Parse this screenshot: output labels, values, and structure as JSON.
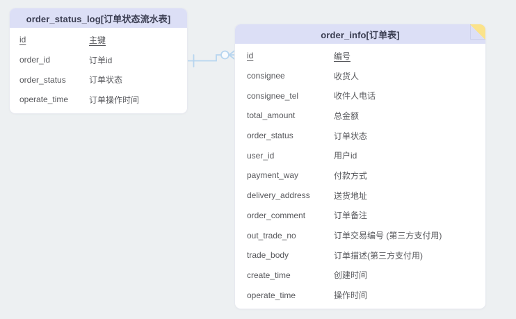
{
  "diagram": {
    "tables": [
      {
        "title": "order_status_log[订单状态流水表]",
        "note_fold": false,
        "fields": [
          {
            "name": "id",
            "desc": "主键",
            "pk": true
          },
          {
            "name": "order_id",
            "desc": "订单id",
            "pk": false
          },
          {
            "name": "order_status",
            "desc": "订单状态",
            "pk": false
          },
          {
            "name": "operate_time",
            "desc": "订单操作时间",
            "pk": false
          }
        ]
      },
      {
        "title": "order_info[订单表]",
        "note_fold": true,
        "fields": [
          {
            "name": "id",
            "desc": "编号",
            "pk": true
          },
          {
            "name": "consignee",
            "desc": "收货人",
            "pk": false
          },
          {
            "name": "consignee_tel",
            "desc": "收件人电话",
            "pk": false
          },
          {
            "name": "total_amount",
            "desc": "总金额",
            "pk": false
          },
          {
            "name": "order_status",
            "desc": "订单状态",
            "pk": false
          },
          {
            "name": "user_id",
            "desc": "用户id",
            "pk": false
          },
          {
            "name": "payment_way",
            "desc": "付款方式",
            "pk": false
          },
          {
            "name": "delivery_address",
            "desc": "送货地址",
            "pk": false
          },
          {
            "name": "order_comment",
            "desc": "订单备注",
            "pk": false
          },
          {
            "name": "out_trade_no",
            "desc": "订单交易编号 (第三方支付用)",
            "pk": false
          },
          {
            "name": "trade_body",
            "desc": "订单描述(第三方支付用)",
            "pk": false
          },
          {
            "name": "create_time",
            "desc": "创建时间",
            "pk": false
          },
          {
            "name": "operate_time",
            "desc": "操作时间",
            "pk": false
          }
        ]
      }
    ],
    "relationship": {
      "from_table": "order_status_log",
      "from_field": "order_id",
      "to_table": "order_info",
      "to_field": "id",
      "notation": "crow-foot",
      "from_cardinality": "one",
      "to_cardinality": "zero-or-many"
    },
    "colors": {
      "canvas_bg": "#edf0f2",
      "header_bg": "#dcdff6",
      "body_bg": "#ffffff",
      "title_text": "#3b3e52",
      "field_text": "#57585c",
      "connector": "#b7d5ef",
      "note_fold": "#fbe38a"
    }
  }
}
